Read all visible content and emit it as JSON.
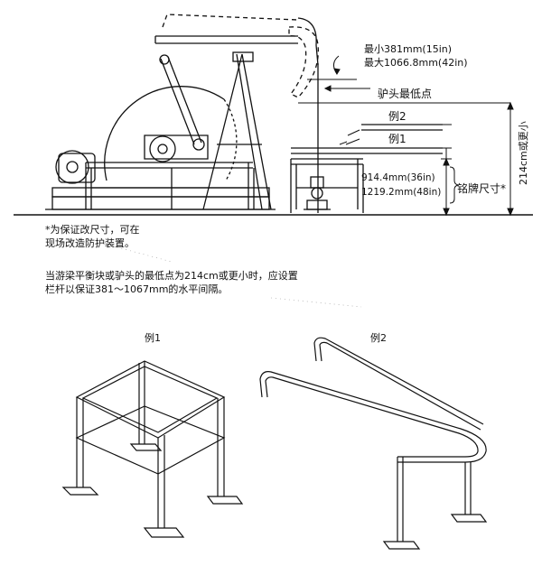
{
  "dimension_labels": {
    "min_gap": "最小381mm(15in)",
    "max_gap": "最大1066.8mm(42in)",
    "horsehead_low_point": "驴头最低点",
    "example2": "例2",
    "example1": "例1",
    "height_36": "914.4mm(36in)",
    "height_48": "1219.2mm(48in)",
    "nameplate_size": "铭牌尺寸*",
    "vertical_214": "214cm或更小"
  },
  "notes": {
    "footnote_line1": "*为保证改尺寸，可在",
    "footnote_line2": "现场改造防护装置。",
    "rule_line1": "当游梁平衡块或驴头的最低点为214cm或更小时，应设置",
    "rule_line2": "栏杆以保证381～1067mm的水平间隔。"
  },
  "captions": {
    "example1": "例1",
    "example2": "例2"
  }
}
